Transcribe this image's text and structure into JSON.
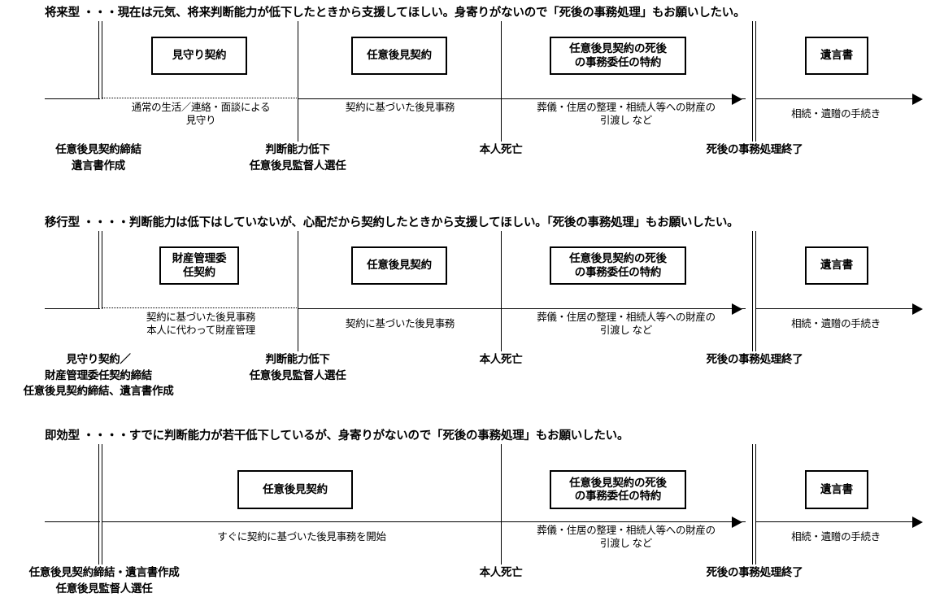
{
  "document": {
    "title": "任意後見契約の3類型タイムライン"
  },
  "sections": [
    {
      "id": "future-type",
      "heading": "将来型 ・・・現在は元気、将来判断能力が低下したときから支援してほしい。身寄りがないので「死後の事務処理」もお願いしたい。",
      "boxes": [
        {
          "name": "mimamori-keiyaku",
          "label": "見守り契約"
        },
        {
          "name": "nini-kouken-keiyaku",
          "label": "任意後見契約"
        },
        {
          "name": "shigo-jimu-tokuyaku",
          "label": "任意後見契約の死後\nの事務委任の特約"
        },
        {
          "name": "yuigonsho",
          "label": "遺言書"
        }
      ],
      "descriptions": [
        {
          "name": "phase-1",
          "label": "通常の生活／連絡・面談による\n見守り"
        },
        {
          "name": "phase-2",
          "label": "契約に基づいた後見事務"
        },
        {
          "name": "phase-3",
          "label": "葬儀・住居の整理・相続人等への財産の\n引渡し など"
        },
        {
          "name": "phase-4",
          "label": "相続・遺贈の手続き"
        }
      ],
      "events": [
        {
          "name": "event-contract",
          "label": "任意後見契約締結\n遺言書作成"
        },
        {
          "name": "event-capacity-decline",
          "label": "判断能力低下\n任意後見監督人選任"
        },
        {
          "name": "event-death",
          "label": "本人死亡"
        },
        {
          "name": "event-postmortem-end",
          "label": "死後の事務処理終了"
        }
      ]
    },
    {
      "id": "transition-type",
      "heading": "移行型 ・・・・判断能力は低下はしていないが、心配だから契約したときから支援してほしい。「死後の事務処理」もお願いしたい。",
      "boxes": [
        {
          "name": "zaisan-kanri-inin-keiyaku",
          "label": "財産管理委\n任契約"
        },
        {
          "name": "nini-kouken-keiyaku",
          "label": "任意後見契約"
        },
        {
          "name": "shigo-jimu-tokuyaku",
          "label": "任意後見契約の死後\nの事務委任の特約"
        },
        {
          "name": "yuigonsho",
          "label": "遺言書"
        }
      ],
      "descriptions": [
        {
          "name": "phase-1",
          "label": "契約に基づいた後見事務\n本人に代わって財産管理"
        },
        {
          "name": "phase-2",
          "label": "契約に基づいた後見事務"
        },
        {
          "name": "phase-3",
          "label": "葬儀・住居の整理・相続人等への財産の\n引渡し など"
        },
        {
          "name": "phase-4",
          "label": "相続・遺贈の手続き"
        }
      ],
      "events": [
        {
          "name": "event-contract",
          "label": "見守り契約／\n財産管理委任契約締結\n任意後見契約締結、遺言書作成"
        },
        {
          "name": "event-capacity-decline",
          "label": "判断能力低下\n任意後見監督人選任"
        },
        {
          "name": "event-death",
          "label": "本人死亡"
        },
        {
          "name": "event-postmortem-end",
          "label": "死後の事務処理終了"
        }
      ]
    },
    {
      "id": "immediate-type",
      "heading": "即効型 ・・・・すでに判断能力が若干低下しているが、身寄りがないので「死後の事務処理」もお願いしたい。",
      "boxes": [
        {
          "name": "nini-kouken-keiyaku",
          "label": "任意後見契約"
        },
        {
          "name": "shigo-jimu-tokuyaku",
          "label": "任意後見契約の死後\nの事務委任の特約"
        },
        {
          "name": "yuigonsho",
          "label": "遺言書"
        }
      ],
      "descriptions": [
        {
          "name": "phase-1",
          "label": "すぐに契約に基づいた後見事務を開始"
        },
        {
          "name": "phase-3",
          "label": "葬儀・住居の整理・相続人等への財産の\n引渡し など"
        },
        {
          "name": "phase-4",
          "label": "相続・遺贈の手続き"
        }
      ],
      "events": [
        {
          "name": "event-contract",
          "label": "任意後見契約締結・遺言書作成\n任意後見監督人選任"
        },
        {
          "name": "event-death",
          "label": "本人死亡"
        },
        {
          "name": "event-postmortem-end",
          "label": "死後の事務処理終了"
        }
      ]
    }
  ],
  "colors": {
    "line": "#000000",
    "background": "#ffffff",
    "text": "#000000"
  }
}
